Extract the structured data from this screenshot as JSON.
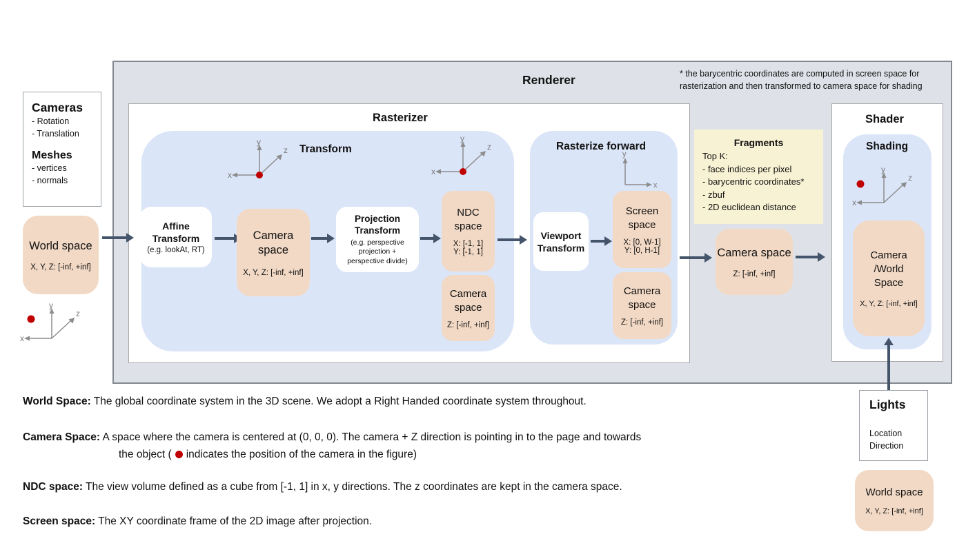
{
  "renderer": {
    "title": "Renderer",
    "note": "* the barycentric coordinates are computed in screen space for rasterization and then transformed to camera space for shading"
  },
  "rasterizer": {
    "title": "Rasterizer",
    "transform": {
      "title": "Transform",
      "affine": {
        "title": "Affine Transform",
        "subtitle": "(e.g. lookAt, RT)"
      },
      "camera_space": {
        "title": "Camera space",
        "range": "X, Y, Z: [-inf, +inf]"
      },
      "projection": {
        "title": "Projection Transform",
        "subtitle": "(e.g. perspective projection + perspective divide)"
      },
      "ndc_space": {
        "title": "NDC space",
        "range_x": "X: [-1, 1]",
        "range_y": "Y: [-1, 1]"
      },
      "ndc_camera_space": {
        "title": "Camera space",
        "range": "Z: [-inf, +inf]"
      }
    },
    "rasterize_forward": {
      "title": "Rasterize forward",
      "viewport": {
        "title": "Viewport Transform"
      },
      "screen_space": {
        "title": "Screen space",
        "range_x": "X: [0, W-1]",
        "range_y": "Y: [0, H-1]"
      },
      "camera_space": {
        "title": "Camera space",
        "range": "Z: [-inf, +inf]"
      }
    }
  },
  "fragments": {
    "title": "Fragments",
    "lines": [
      "Top K:",
      "- face indices per pixel",
      "- barycentric coordinates*",
      "- zbuf",
      "- 2D euclidean distance"
    ]
  },
  "mid_camera_space": {
    "title": "Camera space",
    "range": "Z: [-inf, +inf]"
  },
  "shader": {
    "title": "Shader",
    "shading_title": "Shading",
    "camera_world_space": {
      "title": "Camera /World Space",
      "range": "X, Y, Z: [-inf, +inf]"
    }
  },
  "inputs": {
    "cameras_title": "Cameras",
    "cameras_items": [
      "- Rotation",
      "- Translation"
    ],
    "meshes_title": "Meshes",
    "meshes_items": [
      "- vertices",
      "- normals"
    ],
    "world_space": {
      "title": "World space",
      "range": "X, Y, Z: [-inf, +inf]"
    }
  },
  "lights": {
    "title": "Lights",
    "items": [
      "Location",
      "Direction"
    ],
    "world_space": {
      "title": "World space",
      "range": "X, Y, Z: [-inf, +inf]"
    }
  },
  "definitions": {
    "world": {
      "term": "World Space:",
      "text": "The global coordinate system in the 3D scene. We adopt a Right Handed coordinate system throughout."
    },
    "camera": {
      "term": "Camera Space:",
      "line1": "A space where the camera is centered at (0, 0, 0). The camera + Z direction is pointing in to the page and towards",
      "line2_pre": "the object (",
      "line2_post": "indicates the position of the camera in the figure)"
    },
    "ndc": {
      "term": "NDC space:",
      "text": "The view volume defined as a cube from [-1, 1] in x, y directions. The z coordinates are kept in the camera space."
    },
    "screen": {
      "term": "Screen space:",
      "text": "The XY coordinate frame of the 2D image after projection."
    }
  },
  "axes": {
    "x": "x",
    "y": "y",
    "z": "z"
  },
  "colors": {
    "arrow": "#44546a",
    "camera_dot": "#c00000",
    "blue_panel": "#dbe5f8",
    "tan_box": "#f2d9c5",
    "yellow_box": "#f8f2d4",
    "renderer_bg": "#dee2e8"
  }
}
